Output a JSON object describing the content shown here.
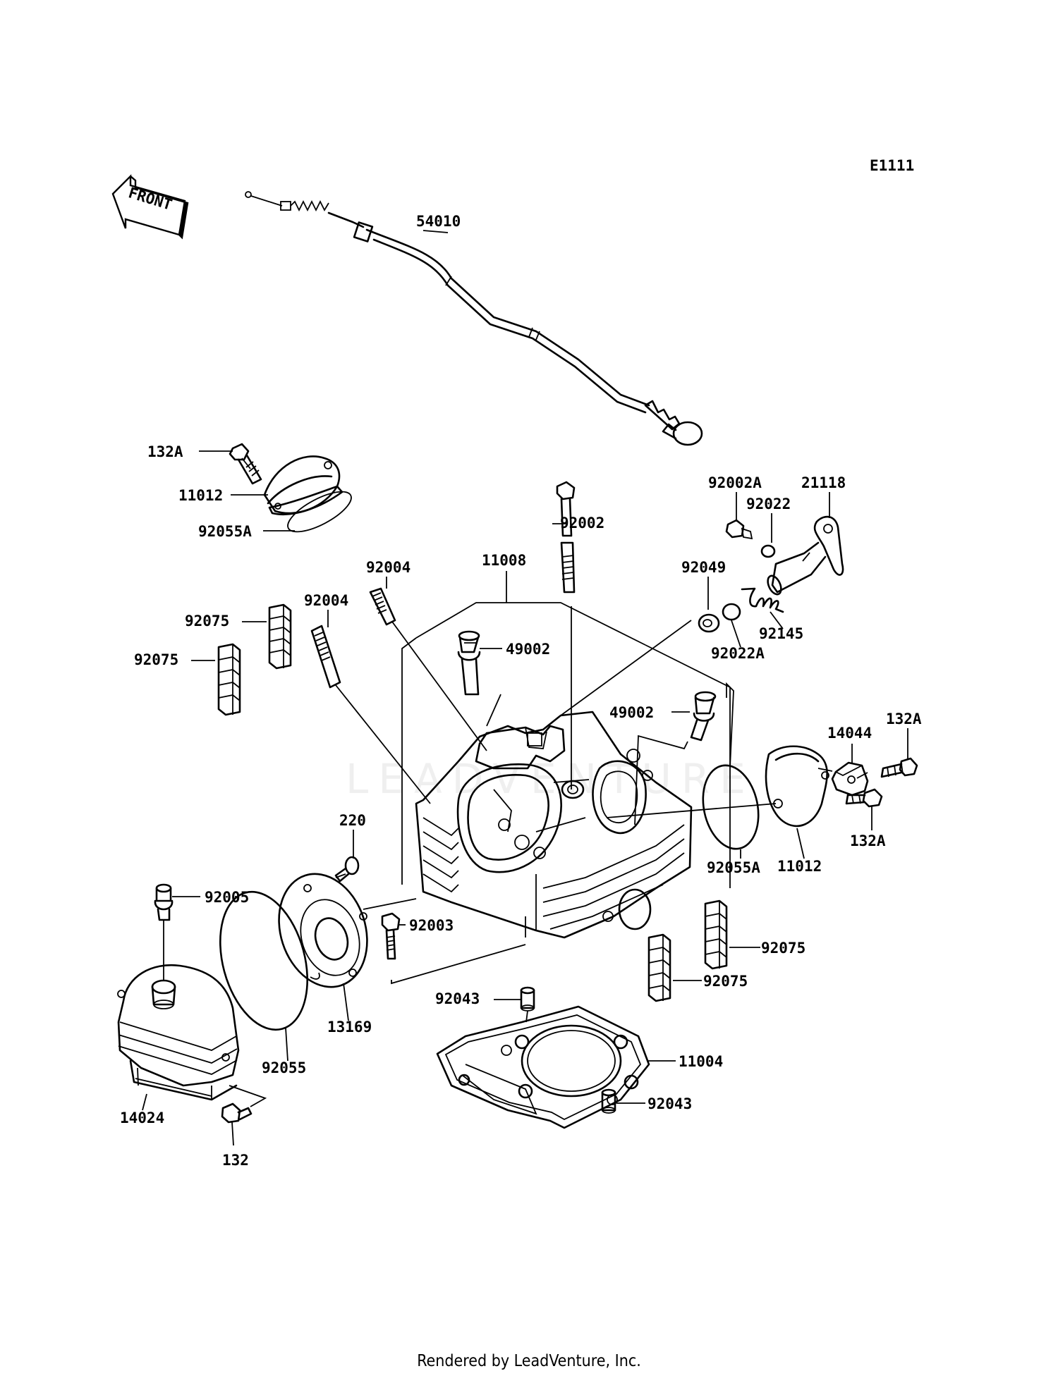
{
  "diagram": {
    "code": "E1111",
    "front_label": "FRONT",
    "watermark": "LEADVENTURE",
    "labels": {
      "cable": "54010",
      "bolt_top_left": "132A",
      "holder_top_left": "11012",
      "oring_top_left": "92055A",
      "bolt_92002A": "92002A",
      "lever": "21118",
      "bolt_92002": "92002",
      "washer_92022": "92022",
      "stud_right": "92004",
      "stud_left": "92004",
      "head": "11008",
      "seal_92049": "92049",
      "spring": "92145",
      "washer_92022A": "92022A",
      "damper_upper_a": "92075",
      "damper_upper_b": "92075",
      "guide_left": "49002",
      "guide_right": "49002",
      "bracket": "14044",
      "bolt_right_top": "132A",
      "bolt_right_bottom": "132A",
      "oring_right": "92055A",
      "holder_right": "11012",
      "screw_220": "220",
      "plug_92005": "92005",
      "bolt_92003": "92003",
      "damper_lower_a": "92075",
      "damper_lower_b": "92075",
      "cap": "13169",
      "oring_92055": "92055",
      "cover": "14024",
      "bolt_132": "132",
      "dowel_upper": "92043",
      "gasket": "11004",
      "dowel_lower": "92043"
    }
  },
  "footer": "Rendered by LeadVenture, Inc."
}
